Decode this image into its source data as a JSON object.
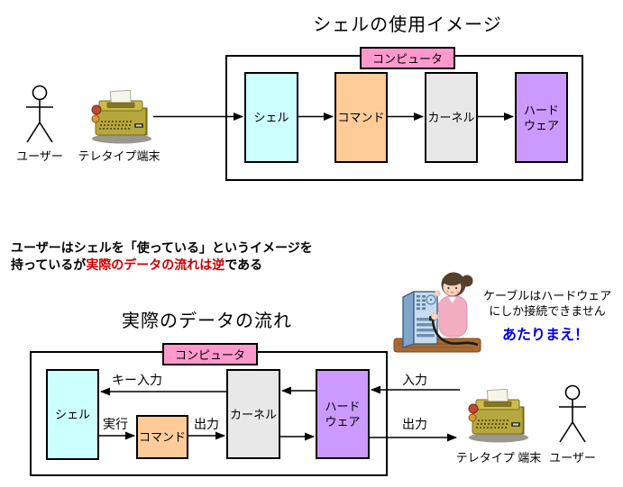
{
  "colors": {
    "computer_tag_bg": "#FF99CC",
    "shell_box": "#CCFFFF",
    "command_box": "#FFCC99",
    "kernel_box": "#E8E8E8",
    "hardware_box": "#CC99FF",
    "statement_red": "#CC0000",
    "emphasis_blue": "#0000DD"
  },
  "top": {
    "title": "シェルの使用イメージ",
    "computer_label": "コンピュータ",
    "user_label": "ユーザー",
    "teletype_label": "テレタイプ端末",
    "boxes": [
      {
        "label": "シェル"
      },
      {
        "label": "コマンド"
      },
      {
        "label": "カーネル"
      },
      {
        "label": "ハード\nウェア"
      }
    ]
  },
  "statement": {
    "line1": "ユーザーはシェルを「使っている」というイメージを",
    "line2_black1": "持っているが",
    "line2_red": "実際のデータの流れは逆",
    "line2_black2": "である"
  },
  "bottom": {
    "title": "実際のデータの流れ",
    "computer_label": "コンピュータ",
    "boxes": [
      {
        "label": "シェル"
      },
      {
        "label": "コマンド"
      },
      {
        "label": "カーネル"
      },
      {
        "label": "ハード\nウェア"
      }
    ],
    "arrow_labels": {
      "key_input": "キー入力",
      "exec": "実行",
      "cmd_output": "出力",
      "input": "入力",
      "hw_output": "出力"
    },
    "teletype_label": "テレタイプ 端末",
    "user_label": "ユーザー"
  },
  "callout": {
    "line1": "ケーブルはハードウェア",
    "line2": "にしか接続できません",
    "emphasis": "あたりまえ！"
  }
}
